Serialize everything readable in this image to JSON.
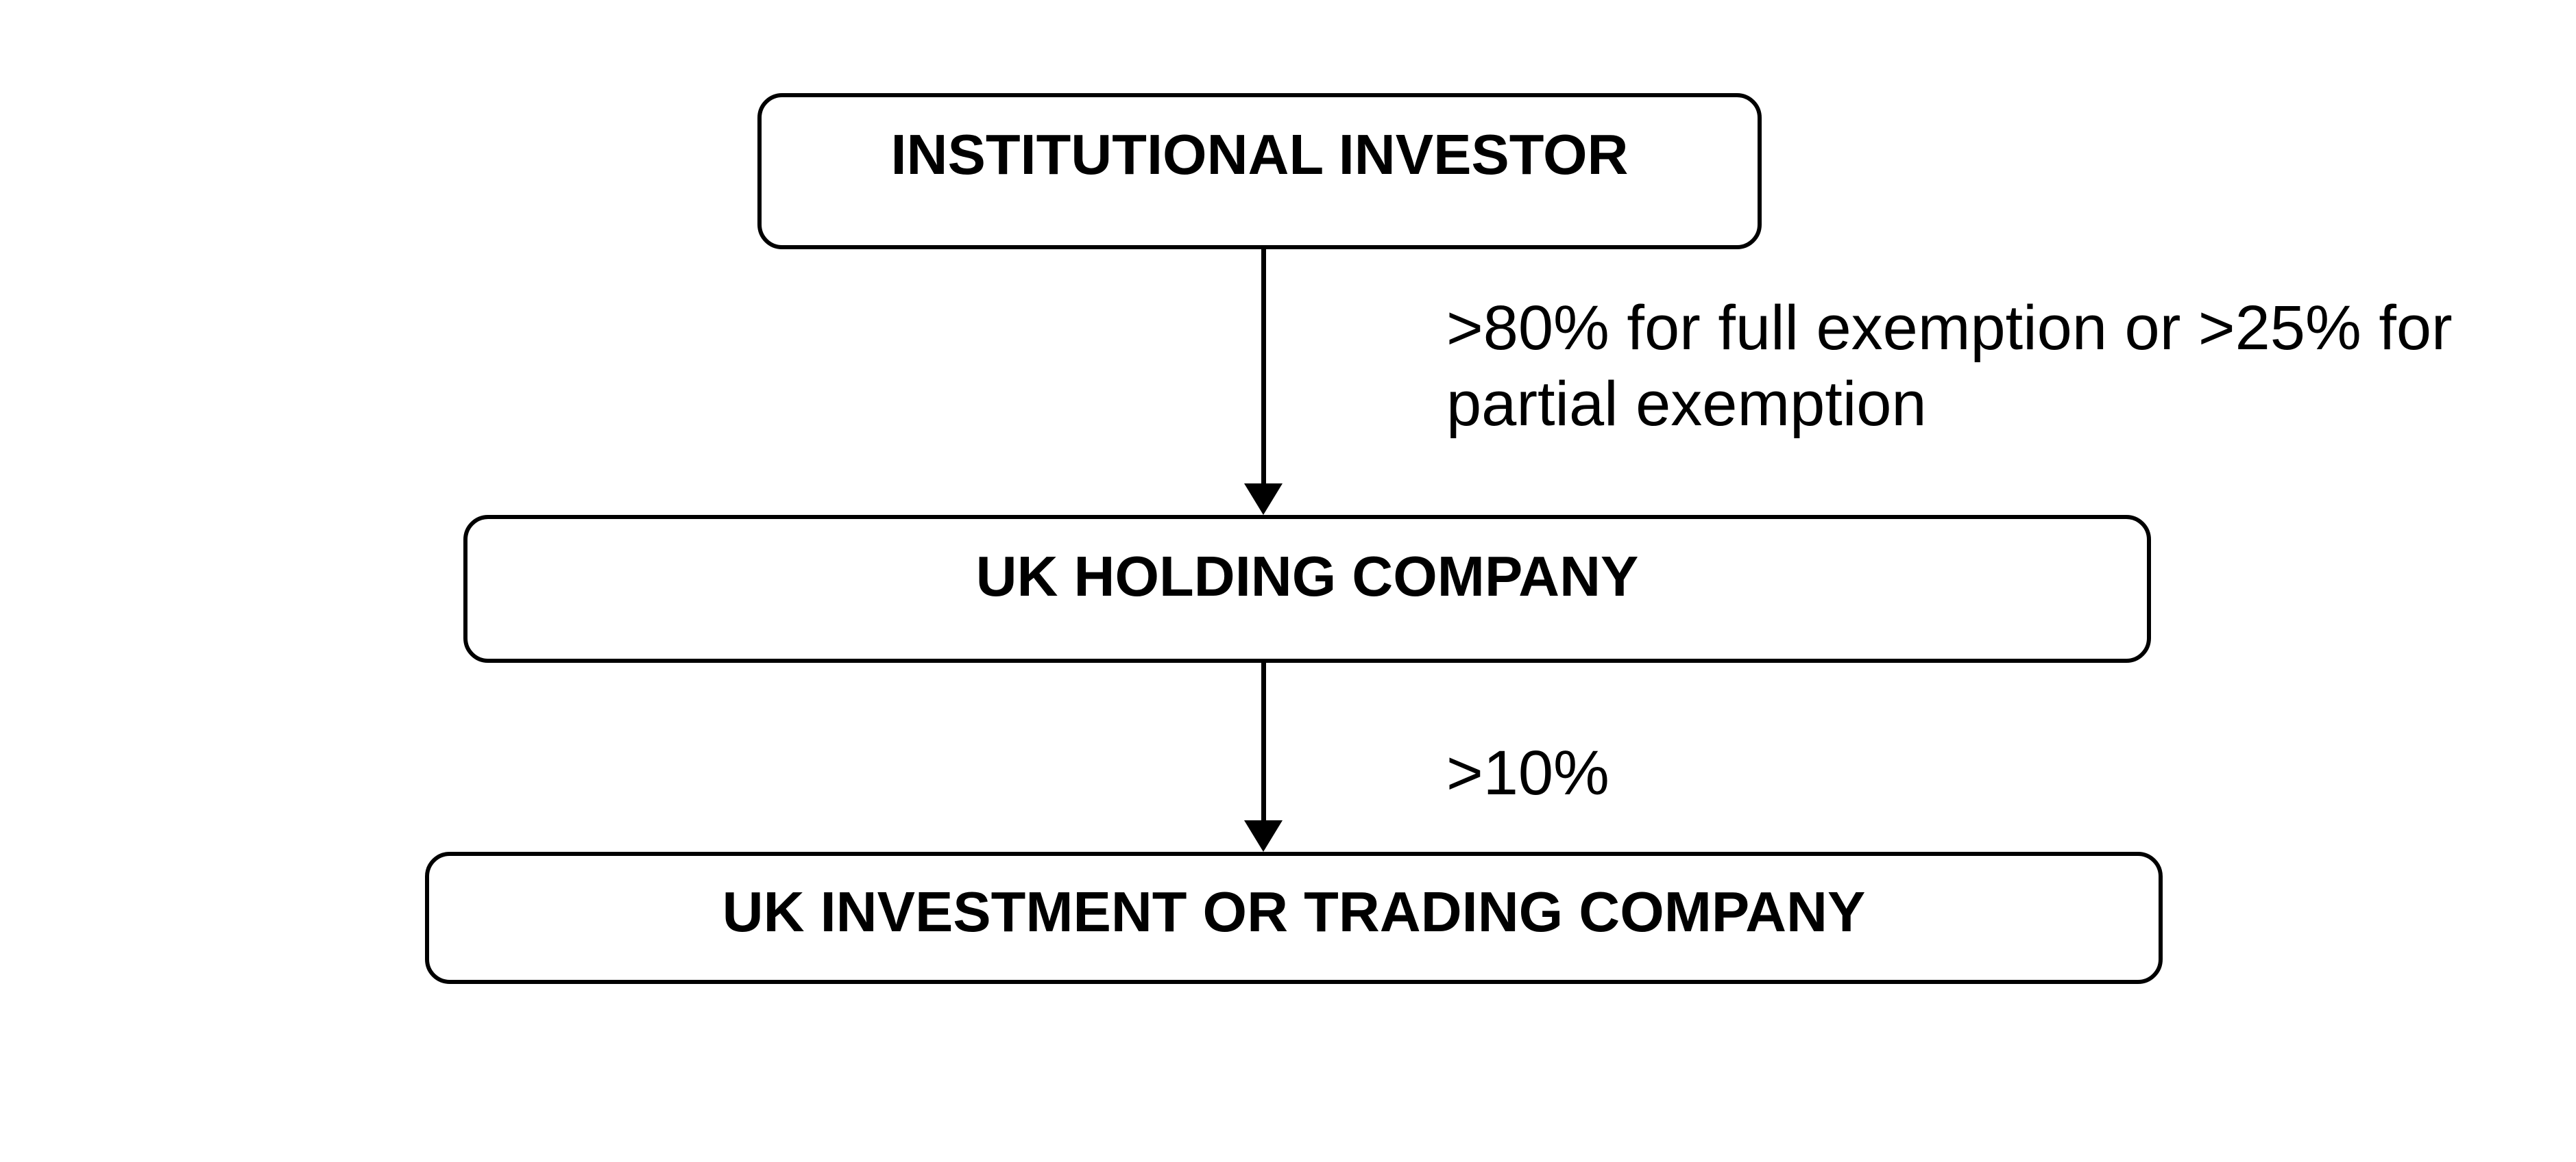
{
  "flowchart": {
    "title": "UK holding company ownership structure",
    "colors": {
      "background": "#ffffff",
      "node_fill": "#ffffff",
      "node_border": "#000000",
      "text": "#000000",
      "arrow": "#000000"
    },
    "nodes": [
      {
        "id": "institutional-investor",
        "label": "INSTITUTIONAL INVESTOR"
      },
      {
        "id": "uk-holding-company",
        "label": "UK HOLDING COMPANY"
      },
      {
        "id": "uk-investment-or-trading-company",
        "label": "UK INVESTMENT OR TRADING COMPANY"
      }
    ],
    "edges": [
      {
        "from": "institutional-investor",
        "to": "uk-holding-company",
        "direction": "down",
        "label": ">80% for full exemption or >25% for partial exemption"
      },
      {
        "from": "uk-holding-company",
        "to": "uk-investment-or-trading-company",
        "direction": "down",
        "label": ">10%"
      }
    ]
  }
}
